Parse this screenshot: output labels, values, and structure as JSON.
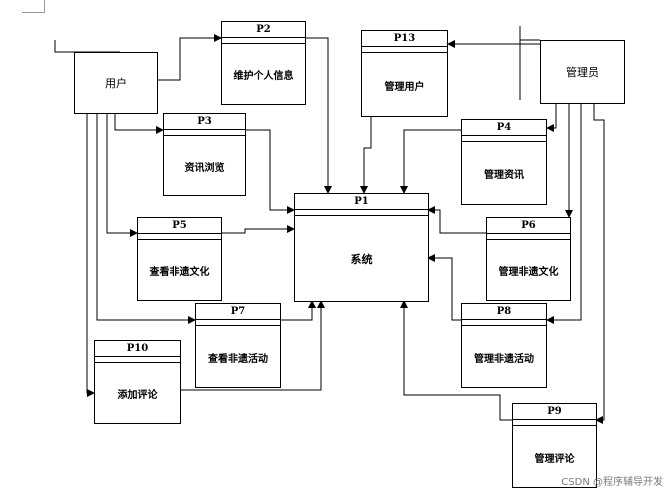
{
  "entities": {
    "user": "用户",
    "admin": "管理员"
  },
  "processes": {
    "p1": {
      "id": "P1",
      "label": "系统"
    },
    "p2": {
      "id": "P2",
      "label": "维护个人信息"
    },
    "p3": {
      "id": "P3",
      "label": "资讯浏览"
    },
    "p4": {
      "id": "P4",
      "label": "管理资讯"
    },
    "p5": {
      "id": "P5",
      "label": "查看非遗文化"
    },
    "p6": {
      "id": "P6",
      "label": "管理非遗文化"
    },
    "p7": {
      "id": "P7",
      "label": "查看非遗活动"
    },
    "p8": {
      "id": "P8",
      "label": "管理非遗活动"
    },
    "p9": {
      "id": "P9",
      "label": "管理评论"
    },
    "p10": {
      "id": "P10",
      "label": "添加评论"
    },
    "p13": {
      "id": "P13",
      "label": "管理用户"
    }
  },
  "watermark": "CSDN @程序辅导开发"
}
